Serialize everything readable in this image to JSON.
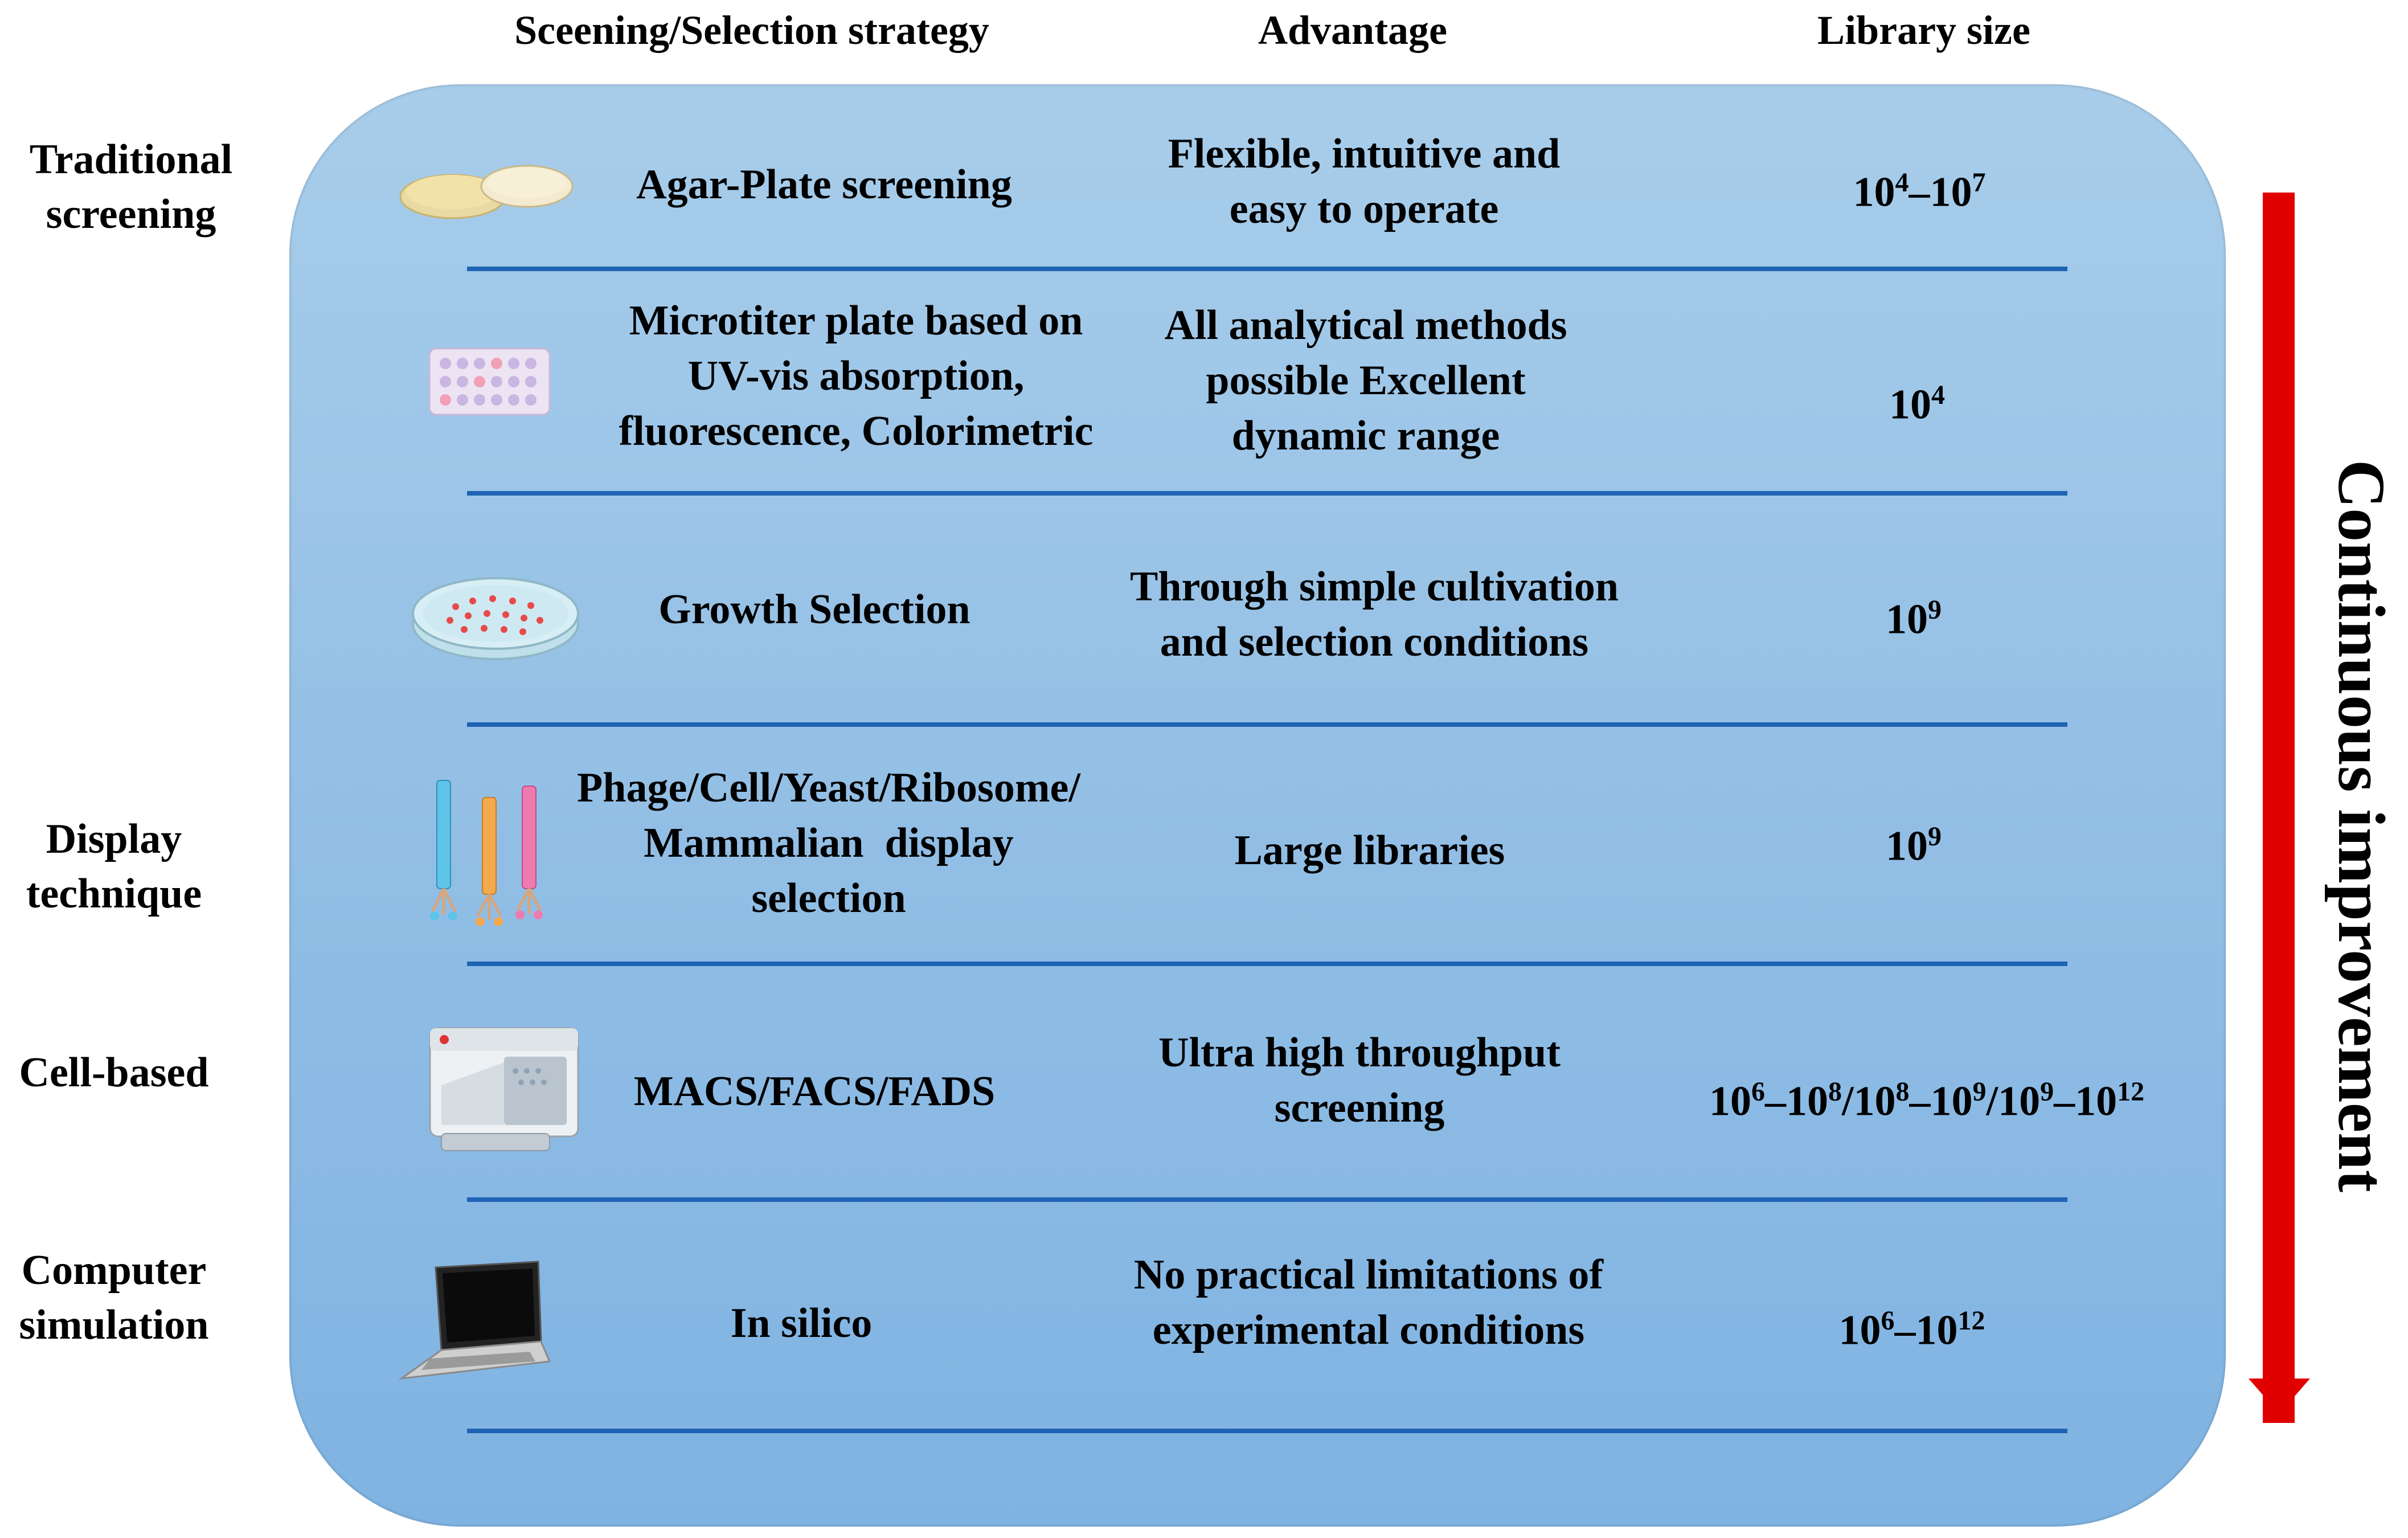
{
  "headers": {
    "strategy": "Sceening/Selection strategy",
    "advantage": "Advantage",
    "library": "Library size"
  },
  "categories": {
    "traditional": [
      "Traditional",
      "screening"
    ],
    "display": [
      "Display",
      "technique"
    ],
    "cell_based": [
      "Cell-based"
    ],
    "computer": [
      "Computer",
      "simulation"
    ]
  },
  "rows": [
    {
      "icon": "petri-dish-icon",
      "strategy": [
        "Agar-Plate screening"
      ],
      "advantage": [
        "Flexible, intuitive and",
        "easy to operate"
      ],
      "library": {
        "base1": "10",
        "exp1": "4",
        "dash": "–",
        "base2": "10",
        "exp2": "7"
      }
    },
    {
      "icon": "microtiter-plate-icon",
      "strategy": [
        "Microtiter plate based on",
        "UV-vis absorption,",
        "fluorescence, Colorimetric"
      ],
      "advantage": [
        "All analytical methods",
        "possible Excellent",
        "dynamic range"
      ],
      "library": {
        "base1": "10",
        "exp1": "4"
      }
    },
    {
      "icon": "growth-dish-icon",
      "strategy": [
        "Growth Selection"
      ],
      "advantage": [
        "Through simple cultivation",
        "and selection conditions"
      ],
      "library": {
        "base1": "10",
        "exp1": "9"
      }
    },
    {
      "icon": "display-molecules-icon",
      "strategy": [
        "Phage/Cell/Yeast/Ribosome/",
        "Mammalian  display",
        "selection"
      ],
      "advantage": [
        "Large libraries"
      ],
      "library": {
        "base1": "10",
        "exp1": "9"
      }
    },
    {
      "icon": "flow-cytometer-icon",
      "strategy": [
        "MACS/FACS/FADS"
      ],
      "advantage": [
        "Ultra high throughput",
        "screening"
      ],
      "library": {
        "b1": "10",
        "e1": "6",
        "d1": "–",
        "b2": "10",
        "e2": "8",
        "s1": "/",
        "b3": "10",
        "e3": "8",
        "d2": "–",
        "b4": "10",
        "e4": "9",
        "s2": "/",
        "b5": "10",
        "e5": "9",
        "d3": "–",
        "b6": "10",
        "e6": "12"
      }
    },
    {
      "icon": "laptop-icon",
      "strategy": [
        "In silico"
      ],
      "advantage": [
        "No practical limitations of",
        "experimental conditions"
      ],
      "library": {
        "base1": "10",
        "exp1": "6",
        "dash": "–",
        "base2": "10",
        "exp2": "12"
      }
    }
  ],
  "side_label": "Continuous improvement",
  "colors": {
    "panel": "#93bfe5",
    "divider": "#1f63b4",
    "arrow": "#e10000"
  }
}
